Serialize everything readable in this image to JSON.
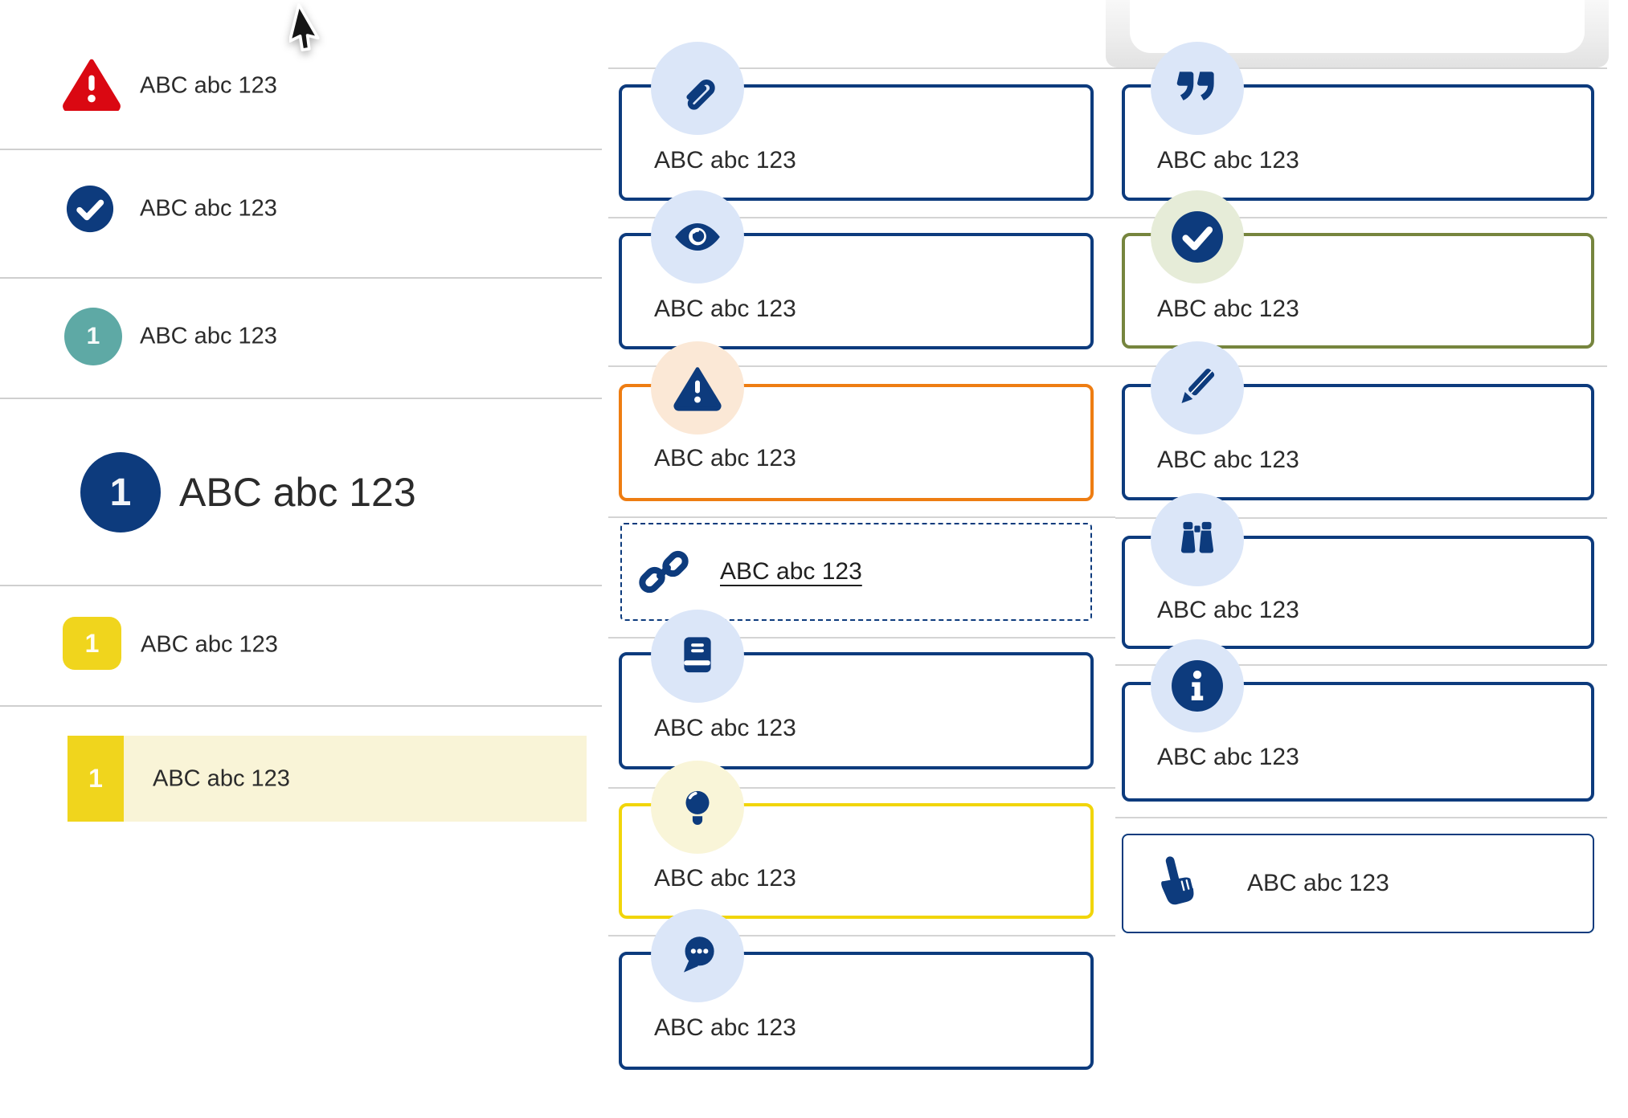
{
  "colors": {
    "navy": "#0d3b7d",
    "red": "#da0812",
    "teal": "#5ea9a5",
    "yellow_square": "#f0d51d",
    "yellow_border": "#f1d50a",
    "orange_border": "#ee7d12",
    "olive_border": "#76853e",
    "badge_blue": "#dbe6f8",
    "badge_peach": "#fbe8d6",
    "badge_cream": "#f9f5d8",
    "badge_green": "#e6ecd8",
    "highlight_row": "#f9f4d7",
    "divider": "#d4d4d4",
    "text": "#2b2b2b"
  },
  "left_list": {
    "items": [
      {
        "icon": "alert-triangle-icon",
        "label": "ABC abc 123"
      },
      {
        "icon": "check-circle-icon",
        "label": "ABC abc 123"
      },
      {
        "icon": "number-badge-teal",
        "number": "1",
        "label": "ABC abc 123"
      },
      {
        "icon": "number-badge-navy-large",
        "number": "1",
        "label": "ABC abc 123"
      },
      {
        "icon": "number-badge-yellow",
        "number": "1",
        "label": "ABC abc 123"
      },
      {
        "icon": "number-badge-yellow",
        "number": "1",
        "label": "ABC abc 123",
        "state": "highlighted"
      }
    ]
  },
  "middle_list": {
    "items": [
      {
        "icon": "paperclip-icon",
        "label": "ABC abc 123",
        "variant": "navy"
      },
      {
        "icon": "eye-icon",
        "label": "ABC abc 123",
        "variant": "navy"
      },
      {
        "icon": "warning-triangle-icon",
        "label": "ABC abc 123",
        "variant": "orange"
      },
      {
        "icon": "link-icon",
        "label": "ABC abc 123",
        "variant": "dashed-link"
      },
      {
        "icon": "book-icon",
        "label": "ABC abc 123",
        "variant": "navy"
      },
      {
        "icon": "lightbulb-icon",
        "label": "ABC abc 123",
        "variant": "yellow"
      },
      {
        "icon": "comments-icon",
        "label": "ABC abc 123",
        "variant": "navy"
      }
    ]
  },
  "right_list": {
    "items": [
      {
        "icon": "quote-icon",
        "label": "ABC abc 123",
        "variant": "navy"
      },
      {
        "icon": "check-circle-icon",
        "label": "ABC abc 123",
        "variant": "green"
      },
      {
        "icon": "pencil-icon",
        "label": "ABC abc 123",
        "variant": "navy"
      },
      {
        "icon": "binoculars-icon",
        "label": "ABC abc 123",
        "variant": "navy"
      },
      {
        "icon": "info-circle-icon",
        "label": "ABC abc 123",
        "variant": "navy"
      },
      {
        "icon": "hand-pointer-icon",
        "label": "ABC abc 123",
        "variant": "compact"
      }
    ]
  }
}
